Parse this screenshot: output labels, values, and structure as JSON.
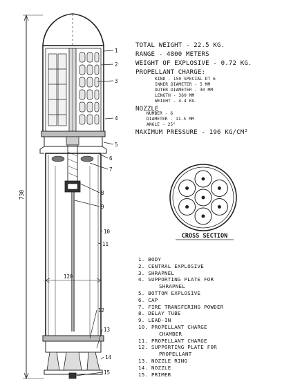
{
  "dimensions": {
    "height_label": "730",
    "diameter_label": "120"
  },
  "callouts": [
    "1",
    "2",
    "3",
    "4",
    "5",
    "6",
    "7",
    "8",
    "9",
    "10",
    "11",
    "12",
    "13",
    "14",
    "15"
  ],
  "specs": [
    {
      "text": "TOTAL WEIGHT - 22.5 KG.",
      "size": "big"
    },
    {
      "text": "RANGE - 4800 METERS",
      "size": "big"
    },
    {
      "text": "WEIGHT OF EXPLOSIVE - 0.72 KG.",
      "size": "big"
    },
    {
      "text": "PROPELLANT CHARGE:",
      "size": "big"
    },
    {
      "text": "KIND - 150 SPECIAL DT 6",
      "size": "small"
    },
    {
      "text": "INNER DIAMETER - 5 MM",
      "size": "small"
    },
    {
      "text": "OUTER DIAMETER - 30 MM",
      "size": "small"
    },
    {
      "text": "LENGTH - 360 MM",
      "size": "small"
    },
    {
      "text": "WEIGHT - 4.4 KG.",
      "size": "small"
    },
    {
      "text": "NOZZLE",
      "size": "big"
    },
    {
      "text": "NUMBER - 6",
      "size": "small"
    },
    {
      "text": "DIAMETER - 11.5 MM",
      "size": "small"
    },
    {
      "text": "ANGLE - 25°",
      "size": "small"
    },
    {
      "text": "MAXIMUM PRESSURE - 196 KG/CM²",
      "size": "big"
    }
  ],
  "cross_section_title": "CROSS SECTION",
  "legend": [
    "1. BODY",
    "2. CENTRAL EXPLOSIVE",
    "3. SHRAPNEL",
    "4. SUPPORTING PLATE FOR",
    "SHRAPNEL",
    "5. BOTTOM EXPLOSIVE",
    "6. CAP",
    "7. FIRE TRANSFERING POWDER",
    "8. DELAY TUBE",
    "9. LEAD-IN",
    "10. PROPELLANT CHARGE",
    "CHAMBER",
    "11. PROPELLANT CHARGE",
    "12. SUPPORTING PLATE FOR",
    "PROPELLANT",
    "13. NOZZLE RING",
    "14. NOZZLE",
    "15. PRIMER"
  ]
}
